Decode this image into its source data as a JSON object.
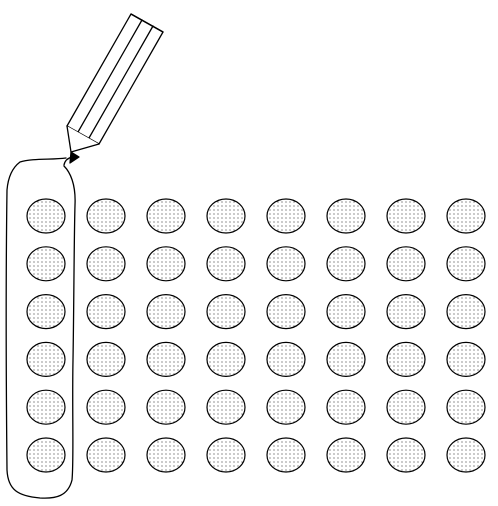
{
  "figure": {
    "rows": 6,
    "columns": 8,
    "circled_column": 1,
    "fill_pattern": "dotted",
    "stroke_color": "#000000",
    "background_color": "#ffffff",
    "pencil_icon": "pencil-icon"
  }
}
